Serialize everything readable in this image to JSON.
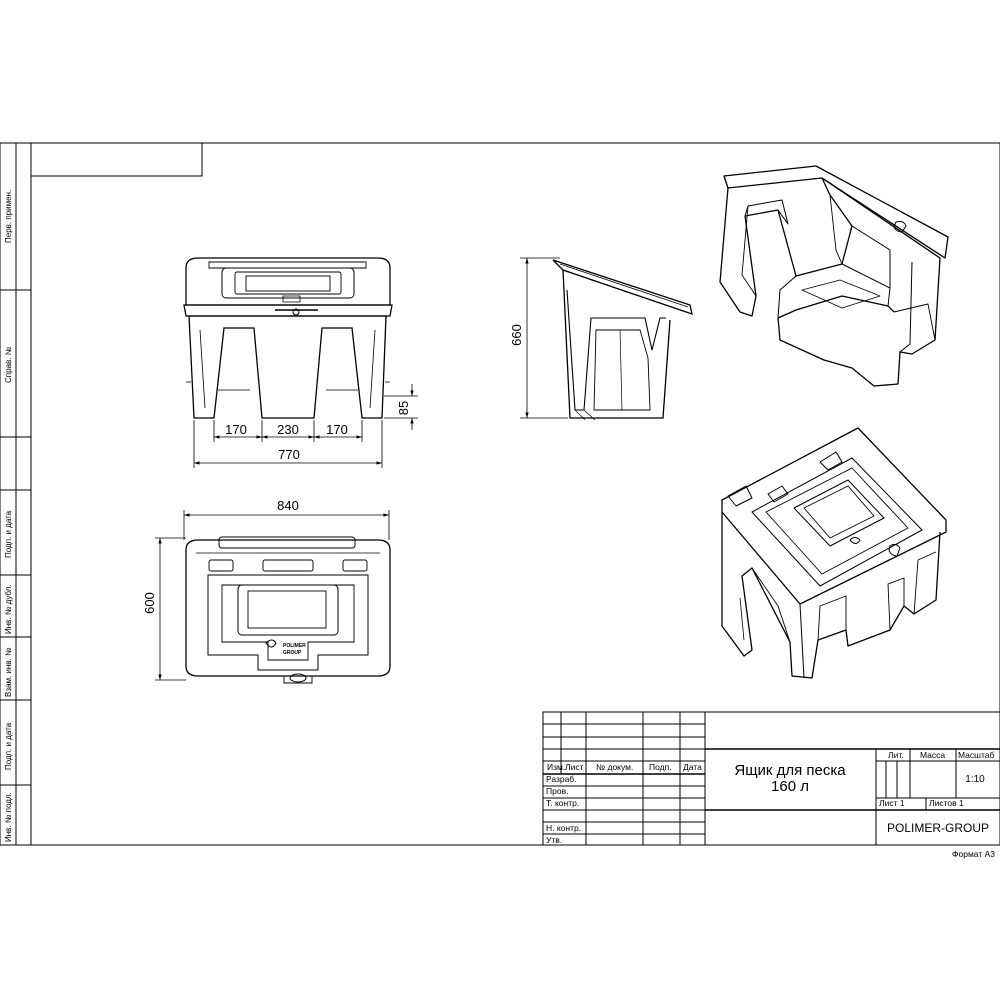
{
  "side_stamps": {
    "perv_primen": "Перв. примен.",
    "sprav_no": "Справ. №",
    "podp_data_1": "Подп. и дата",
    "inv_dubl": "Инв. № дубл.",
    "vzam_inv": "Взам. инв. №",
    "podp_data_2": "Подп. и дата",
    "inv_podl": "Инв. № подл."
  },
  "dimensions": {
    "front_left": "170",
    "front_middle": "230",
    "front_right": "170",
    "front_width": "770",
    "front_base": "85",
    "side_height": "660",
    "top_width": "840",
    "top_depth": "600"
  },
  "logo": {
    "line1": "POLIMER",
    "line2": "GROUP"
  },
  "title_block": {
    "col_izm": "Изм.",
    "col_list": "Лист",
    "col_doc": "№ докум.",
    "col_podp": "Подп.",
    "col_data": "Дата",
    "row_razrab": "Разраб.",
    "row_prov": "Пров.",
    "row_tkontr": "Т. контр.",
    "row_nkontr": "Н. контр.",
    "row_utv": "Утв.",
    "title_line1": "Ящик для песка",
    "title_line2": "160 л",
    "lit": "Лит.",
    "massa": "Масса",
    "masshtab": "Масштаб",
    "scale_value": "1:10",
    "list": "Лист 1",
    "listov": "Листов 1",
    "company": "POLIMER-GROUP",
    "format": "Формат А3"
  }
}
